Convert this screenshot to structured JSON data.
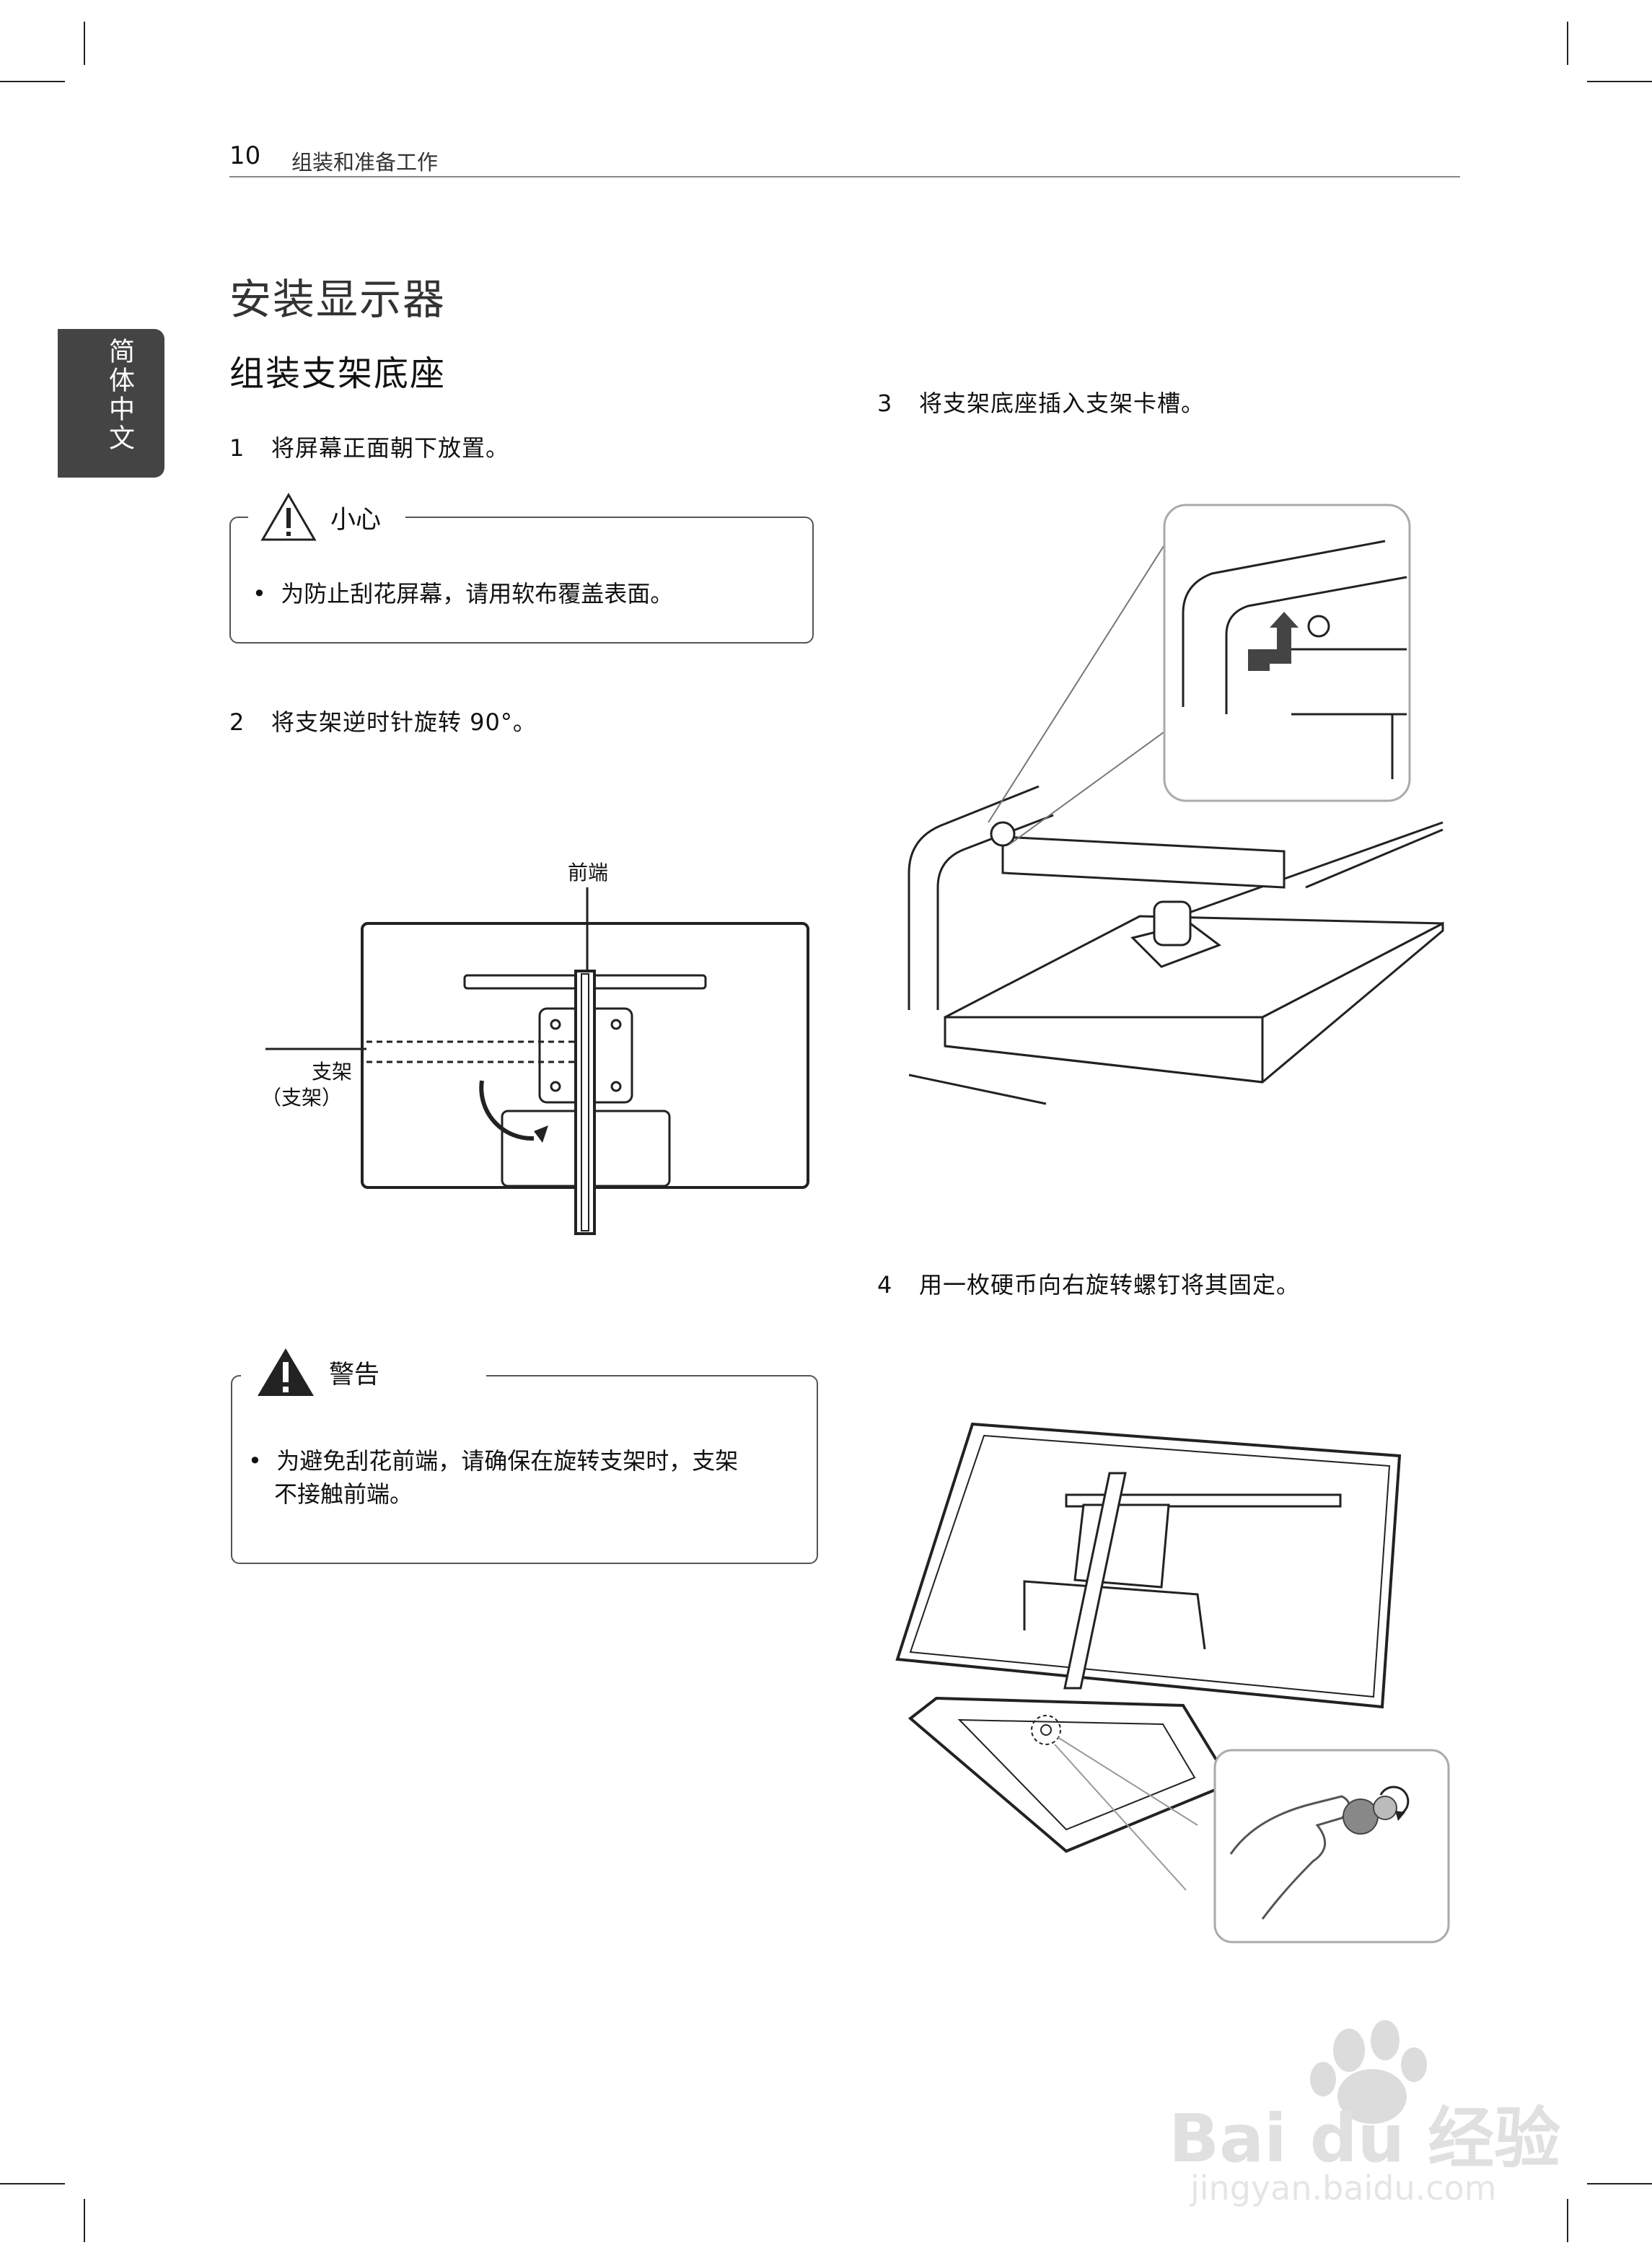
{
  "header": {
    "page_number": "10",
    "section_title": "组装和准备工作"
  },
  "language_tab": "简体中文",
  "main": {
    "title": "安装显示器",
    "subtitle": "组装支架底座",
    "step1": {
      "number": "1",
      "text": "将屏幕正面朝下放置。"
    },
    "caution": {
      "label": "小心",
      "text": "为防止刮花屏幕，请用软布覆盖表面。"
    },
    "step2": {
      "number": "2",
      "text": "将支架逆时针旋转 90°。"
    },
    "figure2": {
      "front_label": "前端",
      "stand_label": "支架",
      "stand_label_alt": "（支架）"
    },
    "warning": {
      "label": "警告",
      "text_line1": "为避免刮花前端，请确保在旋转支架时，支架",
      "text_line2": "不接触前端。"
    },
    "step3": {
      "number": "3",
      "text": "将支架底座插入支架卡槽。"
    },
    "step4": {
      "number": "4",
      "text": "用一枚硬币向右旋转螺钉将其固定。"
    }
  },
  "watermark": {
    "logo": "Bai du 经验",
    "url": "jingyan.baidu.com"
  },
  "colors": {
    "tab": "#444444",
    "rule": "#888888",
    "outline": "#222222"
  }
}
